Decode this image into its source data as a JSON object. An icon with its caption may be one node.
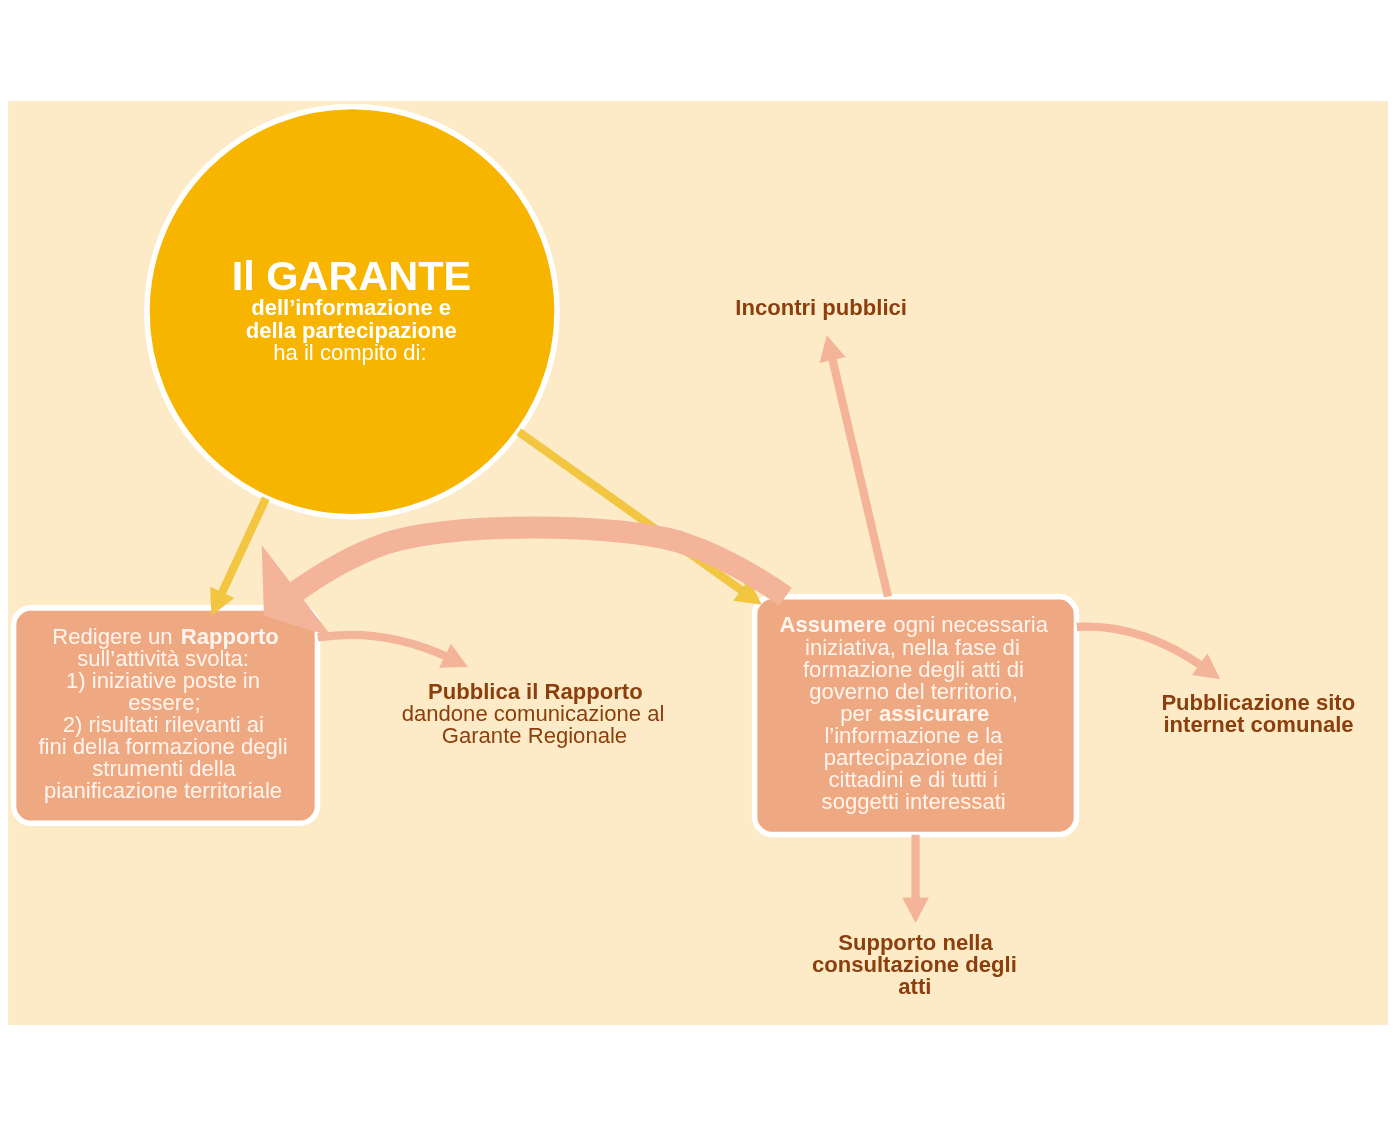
{
  "diagram": {
    "nodes": [
      {
        "text": [
          "Il GARANTE",
          "dell’informazione e della partecipazione",
          "ha il compito di:"
        ]
      },
      {
        "text": [
          "Redigere un **Rapporto** sull’attività svolta:",
          "1) iniziative poste in essere;",
          "2) risultati rilevanti ai fini della formazione degli strumenti della pianificazione territoriale"
        ]
      },
      {
        "text": [
          "**Assumere** ogni necessaria iniziativa, nella fase di formazione degli atti di governo del territorio, per **assicurare** l’informazione e la partecipazione dei cittadini e di tutti i soggetti interessati"
        ]
      },
      {
        "text": [
          "Pubblica il Rapporto",
          "dandone comunicazione al Garante Regionale"
        ]
      },
      {
        "text": [
          "Incontri pubblici"
        ]
      },
      {
        "text": [
          "Pubblicazione sito internet comunale"
        ]
      },
      {
        "text": [
          "Supporto nella consultazione degli atti"
        ]
      }
    ],
    "edges": [
      {
        "from": 0,
        "to": 1,
        "arrow": "to",
        "color": "#f2c640"
      },
      {
        "from": 0,
        "to": 2,
        "arrow": "to",
        "color": "#f2c640"
      },
      {
        "from": 2,
        "to": 1,
        "arrow": "to",
        "style": "thick"
      },
      {
        "from": 1,
        "to": 3,
        "arrow": "to"
      },
      {
        "from": 2,
        "to": 4,
        "arrow": "to"
      },
      {
        "from": 2,
        "to": 5,
        "arrow": "to"
      },
      {
        "from": 2,
        "to": 6,
        "arrow": "to"
      }
    ]
  }
}
